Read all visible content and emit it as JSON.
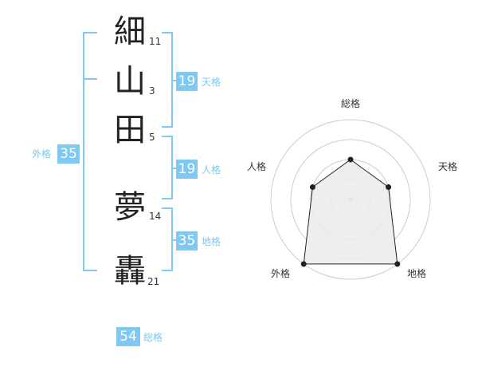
{
  "characters": [
    {
      "char": "細",
      "strokes": "11"
    },
    {
      "char": "山",
      "strokes": "3"
    },
    {
      "char": "田",
      "strokes": "5"
    },
    {
      "char": "夢",
      "strokes": "14"
    },
    {
      "char": "轟",
      "strokes": "21"
    }
  ],
  "fortunes": {
    "tenkaku": {
      "value": "19",
      "label": "天格"
    },
    "jinkaku": {
      "value": "19",
      "label": "人格"
    },
    "chikaku": {
      "value": "35",
      "label": "地格"
    },
    "gaikaku": {
      "value": "35",
      "label": "外格"
    },
    "soukaku": {
      "value": "54",
      "label": "総格"
    }
  },
  "chart_data": {
    "type": "radar",
    "axes": [
      "総格",
      "天格",
      "地格",
      "外格",
      "人格"
    ],
    "values": [
      2,
      2,
      4,
      4,
      2
    ],
    "rings": 4,
    "max": 4,
    "colors": {
      "line": "#222222",
      "fill": "#ebebeb",
      "ring": "#cccccc"
    }
  },
  "accent_color": "#7ec8f2"
}
